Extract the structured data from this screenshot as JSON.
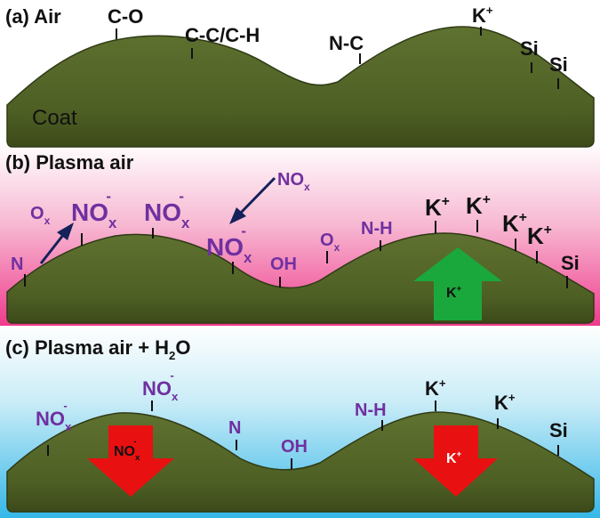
{
  "colors": {
    "coat_fill": "#4e5f24",
    "coat_dark": "#2f3a14",
    "text_black": "#111111",
    "text_purple": "#7030a0",
    "arrow_navy": "#14215a",
    "arrow_green": "#1aa83c",
    "arrow_red": "#e81010",
    "panel_b_gradient": [
      "#ffffff",
      "#f7b8d2",
      "#ef3b8c"
    ],
    "panel_c_gradient": [
      "#ffffff",
      "#c9ecf7",
      "#35b7e8"
    ]
  },
  "panels": [
    {
      "id": "a",
      "title": "(a) Air",
      "coat_label": "Coat",
      "labels": [
        {
          "text": "C-O",
          "color": "black"
        },
        {
          "text": "C-C/C-H",
          "color": "black"
        },
        {
          "text": "N-C",
          "color": "black"
        },
        {
          "base": "K",
          "sup": "+",
          "color": "black"
        },
        {
          "text": "Si",
          "color": "black"
        },
        {
          "text": "Si",
          "color": "black"
        }
      ]
    },
    {
      "id": "b",
      "title": "(b) Plasma air",
      "labels": [
        {
          "text": "N",
          "color": "purple"
        },
        {
          "base": "O",
          "sub": "x",
          "color": "purple"
        },
        {
          "base": "NO",
          "sub": "x",
          "sup": "-",
          "color": "purple"
        },
        {
          "base": "NO",
          "sub": "x",
          "sup": "-",
          "color": "purple"
        },
        {
          "base": "NO",
          "sub": "x",
          "color": "purple"
        },
        {
          "base": "NO",
          "sub": "x",
          "sup": "-",
          "color": "purple"
        },
        {
          "text": "OH",
          "color": "purple"
        },
        {
          "base": "O",
          "sub": "x",
          "color": "purple"
        },
        {
          "text": "N-H",
          "color": "purple"
        },
        {
          "base": "K",
          "sup": "+",
          "color": "black"
        },
        {
          "base": "K",
          "sup": "+",
          "color": "black"
        },
        {
          "base": "K",
          "sup": "+",
          "color": "black"
        },
        {
          "base": "K",
          "sup": "+",
          "color": "black"
        },
        {
          "text": "Si",
          "color": "black"
        }
      ],
      "arrow_label": {
        "base": "K",
        "sup": "+"
      }
    },
    {
      "id": "c",
      "title_parts": {
        "pre": "(c) Plasma air + H",
        "sub": "2",
        "post": "O"
      },
      "labels": [
        {
          "base": "NO",
          "sub": "x",
          "sup": "-",
          "color": "purple"
        },
        {
          "base": "NO",
          "sub": "x",
          "sup": "-",
          "color": "purple"
        },
        {
          "text": "N",
          "color": "purple"
        },
        {
          "text": "OH",
          "color": "purple"
        },
        {
          "text": "N-H",
          "color": "purple"
        },
        {
          "base": "K",
          "sup": "+",
          "color": "black"
        },
        {
          "base": "K",
          "sup": "+",
          "color": "black"
        },
        {
          "text": "Si",
          "color": "black"
        }
      ],
      "arrow_labels": [
        {
          "base": "NO",
          "sub": "x",
          "sup": "-"
        },
        {
          "base": "K",
          "sup": "+"
        }
      ]
    }
  ]
}
